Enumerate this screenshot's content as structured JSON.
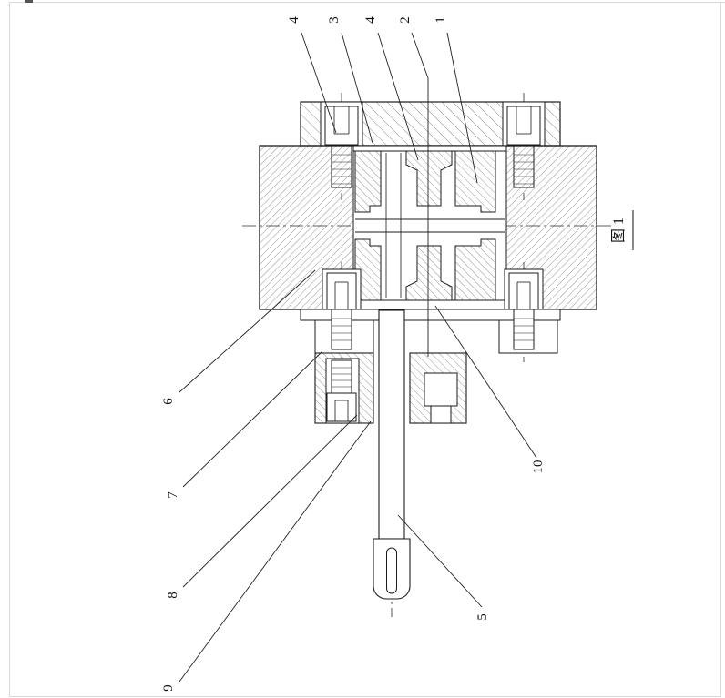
{
  "colors": {
    "ink": "#1b1b1b",
    "paper": "#ffffff",
    "page_edge": "#d9d9d9"
  },
  "figure": {
    "caption": "图 1"
  },
  "part_labels": {
    "top": [
      "4",
      "3",
      "4",
      "2",
      "1"
    ],
    "left": [
      "6",
      "7",
      "8",
      "9"
    ],
    "right": [
      "10"
    ],
    "bottom": [
      "5"
    ]
  }
}
